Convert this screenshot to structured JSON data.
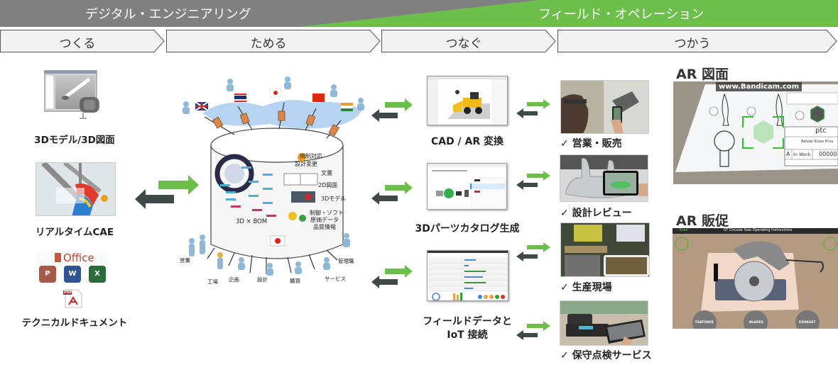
{
  "banner": {
    "left_label": "デジタル・エンジニアリング",
    "right_label": "フィールド・オペレーション",
    "left_color": "#808080",
    "right_color": "#6cbf4a"
  },
  "stages": [
    {
      "label": "つくる"
    },
    {
      "label": "ためる"
    },
    {
      "label": "つなぐ"
    },
    {
      "label": "つかう"
    }
  ],
  "create": {
    "items": [
      {
        "caption": "3Dモデル/3D図面"
      },
      {
        "caption": "リアルタイムCAE"
      },
      {
        "caption": "テクニカルドキュメント"
      }
    ],
    "office_label": "Office",
    "office_apps": [
      "P",
      "W",
      "X"
    ],
    "pdf_label": "PDF"
  },
  "store": {
    "cylinder_labels": {
      "bom": "3D × BOM",
      "regulation": "規制対応",
      "design_change": "設計変更",
      "documents": "文書",
      "drawing_2d": "2D図面",
      "model_3d": "3Dモデル",
      "control_soft": "制御・ソフト",
      "cost_data": "原価データ",
      "quality_info": "品質情報"
    },
    "departments": [
      "営業",
      "工場",
      "企画",
      "設計",
      "購買",
      "サービス",
      "管理職"
    ]
  },
  "connect": {
    "items": [
      {
        "caption": "CAD / AR 変換"
      },
      {
        "caption": "3Dパーツカタログ生成"
      },
      {
        "caption_line1": "フィールドデータと",
        "caption_line2": "IoT 接続"
      }
    ]
  },
  "use": {
    "items": [
      {
        "caption": "営業・販売"
      },
      {
        "caption": "設計レビュー"
      },
      {
        "caption": "生産現場"
      },
      {
        "caption": "保守点検サービス"
      }
    ],
    "check_mark": "✓"
  },
  "ar": {
    "drawing_title": "AR 図面",
    "drawing_overlay": {
      "brand": "ptc",
      "doc_title": "Below Knee Pros",
      "size": "A",
      "state": "In Work",
      "number": "00000",
      "site_text": "www.Bandicam.com"
    },
    "promo_title": "AR 販促",
    "promo_overlay": {
      "scan_label": "‹ Scan",
      "app_title": "ST Circular Saw Operating Instructions",
      "buttons": [
        "FEATURES",
        "BLADES",
        "EXHAUST"
      ]
    }
  },
  "colors": {
    "arrow_green": "#6cbf4a",
    "arrow_dark": "#3f4a48"
  }
}
